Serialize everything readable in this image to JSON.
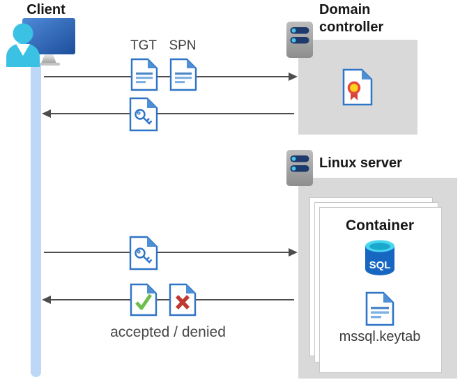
{
  "client": {
    "label": "Client"
  },
  "messages": {
    "tgt_label": "TGT",
    "spn_label": "SPN",
    "verdict_caption": "accepted / denied"
  },
  "domain_controller": {
    "title": "Domain controller"
  },
  "linux_server": {
    "title": "Linux server"
  },
  "container": {
    "title": "Container",
    "sql_label": "SQL",
    "keytab_label": "mssql.keytab"
  },
  "icons": {
    "client": "client-workstation-icon",
    "server": "server-icon",
    "tgt_document": "tgt-ticket-document-icon",
    "spn_document": "spn-document-icon",
    "service_ticket": "key-ticket-document-icon",
    "certificate": "certificate-document-icon",
    "sql_database": "sql-database-icon",
    "keytab_document": "keytab-document-icon",
    "accepted": "accepted-check-document-icon",
    "denied": "denied-x-document-icon"
  },
  "colors": {
    "doc_border_blue": "#2e74c7",
    "doc_fold_blue": "#4f8fd4",
    "doc_line_dark": "#4c87c8",
    "doc_line_light": "#7fb0e4",
    "gray_box": "#d9d9d9",
    "lifeline_blue": "#bcd8f6",
    "arrow_gray": "#4d4d4d",
    "person_cyan": "#3bc1e4",
    "monitor_blue_start": "#4e8ad8",
    "monitor_blue_end": "#1d4e9c",
    "server_navy": "#1e3a6d",
    "server_dot_cyan": "#49c3e8",
    "success_green": "#6cbf4a",
    "error_red": "#be3a31",
    "seal_yellow": "#ffd21e",
    "seal_red": "#e5483c",
    "sql_body_blue": "#1767c2",
    "sql_top_cyan": "#49d7ef"
  }
}
